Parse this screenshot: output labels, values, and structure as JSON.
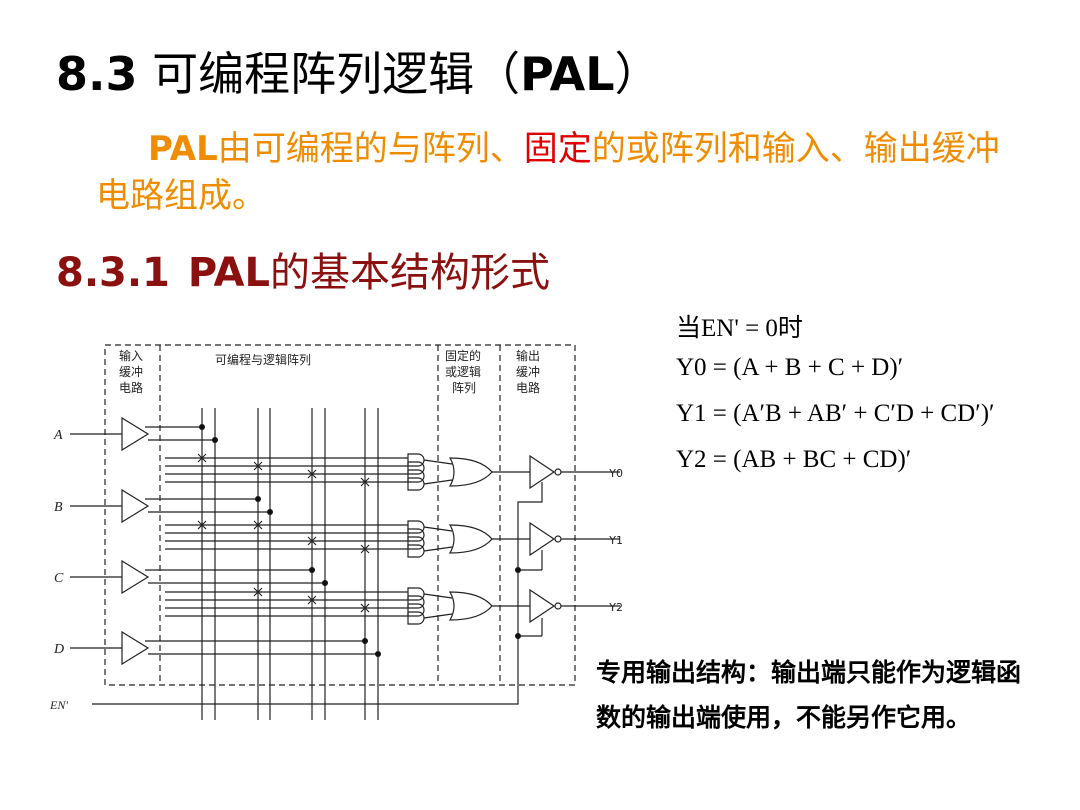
{
  "title": {
    "number": "8.3",
    "text": " 可编程阵列逻辑（",
    "abbr": "PAL",
    "close": "）"
  },
  "intro": {
    "kw": "PAL",
    "part1": "由可编程的与阵列、",
    "highlight": "固定",
    "part2": "的或阵列和输入、输出缓冲电路组成。"
  },
  "section": {
    "number": "8.3.1",
    "kw": "PAL",
    "text": "的基本结构形式"
  },
  "equations": {
    "condition": "当EN' = 0时",
    "y0": "Y0 = (A + B + C + D)′",
    "y1": "Y1 = (A′B + AB′ + C′D + CD′)′",
    "y2": "Y2 = (AB + BC + CD)′"
  },
  "diagram": {
    "headers": {
      "input_buf": [
        "输入",
        "缓冲",
        "电路"
      ],
      "and_array": "可编程与逻辑阵列",
      "or_array": [
        "固定的",
        "或逻辑",
        "阵列"
      ],
      "output_buf": [
        "输出",
        "缓冲",
        "电路"
      ]
    },
    "inputs": [
      "A",
      "B",
      "C",
      "D"
    ],
    "enable": "EN'",
    "outputs": [
      "Y0",
      "Y1",
      "Y2"
    ]
  },
  "note": "专用输出结构：输出端只能作为逻辑函数的输出端使用，不能另作它用。"
}
